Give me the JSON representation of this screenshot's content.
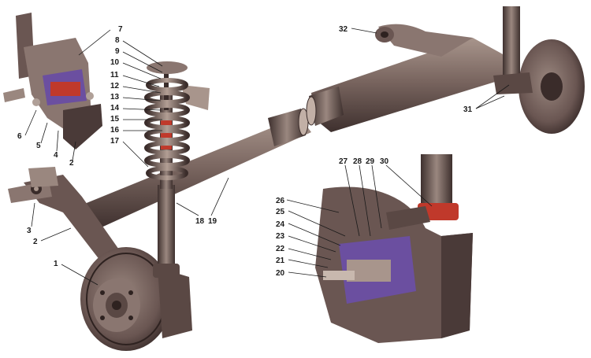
{
  "figure": {
    "callouts": [
      {
        "id": "c1",
        "text": "1"
      },
      {
        "id": "c2a",
        "text": "2"
      },
      {
        "id": "c2b",
        "text": "2"
      },
      {
        "id": "c3",
        "text": "3"
      },
      {
        "id": "c4",
        "text": "4"
      },
      {
        "id": "c5",
        "text": "5"
      },
      {
        "id": "c6",
        "text": "6"
      },
      {
        "id": "c7",
        "text": "7"
      },
      {
        "id": "c8",
        "text": "8"
      },
      {
        "id": "c9",
        "text": "9"
      },
      {
        "id": "c10",
        "text": "10"
      },
      {
        "id": "c11",
        "text": "11"
      },
      {
        "id": "c12",
        "text": "12"
      },
      {
        "id": "c13",
        "text": "13"
      },
      {
        "id": "c14",
        "text": "14"
      },
      {
        "id": "c15",
        "text": "15"
      },
      {
        "id": "c16",
        "text": "16"
      },
      {
        "id": "c17",
        "text": "17"
      },
      {
        "id": "c18",
        "text": "18"
      },
      {
        "id": "c19",
        "text": "19"
      },
      {
        "id": "c20",
        "text": "20"
      },
      {
        "id": "c21",
        "text": "21"
      },
      {
        "id": "c22",
        "text": "22"
      },
      {
        "id": "c23",
        "text": "23"
      },
      {
        "id": "c24",
        "text": "24"
      },
      {
        "id": "c25",
        "text": "25"
      },
      {
        "id": "c26",
        "text": "26"
      },
      {
        "id": "c27",
        "text": "27"
      },
      {
        "id": "c28",
        "text": "28"
      },
      {
        "id": "c29",
        "text": "29"
      },
      {
        "id": "c30",
        "text": "30"
      },
      {
        "id": "c31",
        "text": "31"
      },
      {
        "id": "c32",
        "text": "32"
      }
    ],
    "colors": {
      "metal_dark": "#4a3a38",
      "metal_mid": "#7a6660",
      "metal_light": "#a8958c",
      "rubber_red": "#c0392b",
      "section_violet": "#6b4fa0",
      "background": "#ffffff"
    }
  }
}
